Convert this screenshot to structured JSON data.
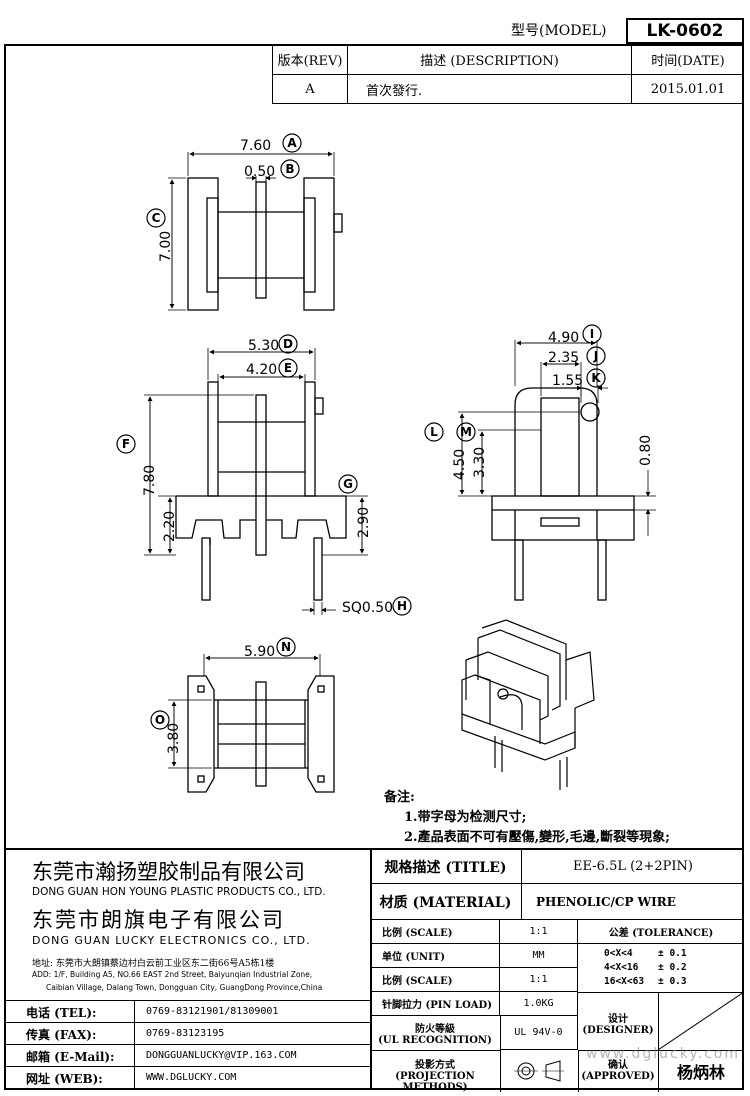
{
  "header": {
    "model_label": "型号(MODEL)",
    "model_value": "LK-0602",
    "rev_col": "版本(REV)",
    "desc_col": "描述 (DESCRIPTION)",
    "date_col": "时间(DATE)",
    "rev_value": "A",
    "desc_value": "首次發行.",
    "date_value": "2015.01.01"
  },
  "dimensions": {
    "A": {
      "letter": "A",
      "value": "7.60"
    },
    "B": {
      "letter": "B",
      "value": "0.50"
    },
    "C": {
      "letter": "C",
      "value": "7.00"
    },
    "D": {
      "letter": "D",
      "value": "5.30"
    },
    "E": {
      "letter": "E",
      "value": "4.20"
    },
    "F": {
      "letter": "F",
      "value": "7.80"
    },
    "G": {
      "letter": "G",
      "value": "2.90"
    },
    "G2": {
      "value": "2.20"
    },
    "H": {
      "letter": "H",
      "value": "SQ0.50"
    },
    "I": {
      "letter": "I",
      "value": "4.90"
    },
    "J": {
      "letter": "J",
      "value": "2.35"
    },
    "K": {
      "letter": "K",
      "value": "1.55"
    },
    "L": {
      "letter": "L",
      "value": "4.50"
    },
    "M": {
      "letter": "M",
      "value": "3.30"
    },
    "L2": {
      "value": "0.80"
    },
    "N": {
      "letter": "N",
      "value": "5.90"
    },
    "O": {
      "letter": "O",
      "value": "3.80"
    }
  },
  "notes": {
    "title": "备注:",
    "line1": "1.带字母为检测尺寸;",
    "line2": "2.產品表面不可有壓傷,變形,毛邊,斷裂等現象;"
  },
  "company": {
    "name1": "东莞市瀚扬塑胶制品有限公司",
    "name1_en": "DONG GUAN HON YOUNG PLASTIC PRODUCTS CO., LTD.",
    "name2": "东莞市朗旗电子有限公司",
    "name2_en": "DONG GUAN LUCKY ELECTRONICS CO., LTD.",
    "address_cn": "地址: 东莞市大朗镇蔡边村白云前工业区东二街66号A5栋1楼",
    "address_en1": "ADD: 1/F, Building A5, NO.66 EAST 2nd Street, Baiyunqian Industrial Zone,",
    "address_en2": "Caibian Village, Dalang Town, Dongguan City, GuangDong Province,China",
    "tel_label": "电话 (TEL):",
    "tel_value": "0769-83121901/81309001",
    "fax_label": "传真 (FAX):",
    "fax_value": "0769-83123195",
    "email_label": "邮箱 (E-Mail):",
    "email_value": "DONGGUANLUCKY@VIP.163.COM",
    "web_label": "网址 (WEB):",
    "web_value": "WWW.DGLUCKY.COM"
  },
  "spec": {
    "title_label": "规格描述 (TITLE)",
    "title_value": "EE-6.5L (2+2PIN)",
    "material_label": "材质 (MATERIAL)",
    "material_value": "PHENOLIC/CP WIRE",
    "scale_label": "比例 (SCALE)",
    "scale_value": "1:1",
    "tolerance_label": "公差 (TOLERANCE)",
    "unit_label": "单位 (UNIT)",
    "unit_value": "MM",
    "scale2_label": "比例 (SCALE)",
    "scale2_value": "1:1",
    "tol1": "0<X<4",
    "tol1v": "± 0.1",
    "tol2": "4<X<16",
    "tol2v": "± 0.2",
    "tol3": "16<X<63",
    "tol3v": "± 0.3",
    "pin_label": "针脚拉力 (PIN LOAD)",
    "pin_value": "1.0KG",
    "fire_label1": "防火等級",
    "fire_label2": "(UL RECOGNITION)",
    "fire_value": "UL 94V-0",
    "proj_label1": "投影方式",
    "proj_label2": "(PROJECTION METHODS)",
    "designer_label1": "设计",
    "designer_label2": "(DESIGNER)",
    "approved_label1": "确认",
    "approved_label2": "(APPROVED)",
    "approved_value": "杨炳林",
    "watermark": "www.dglucky.com"
  }
}
